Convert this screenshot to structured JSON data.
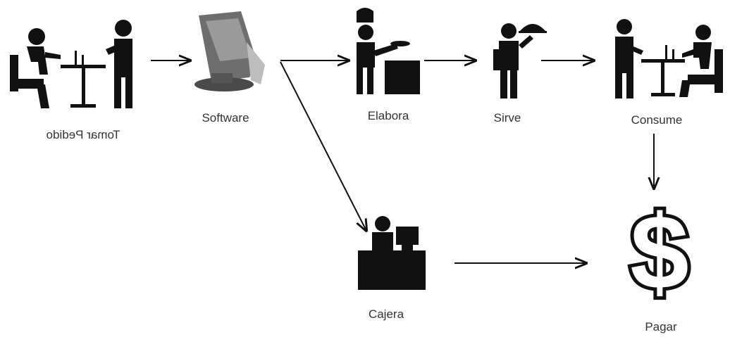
{
  "diagram": {
    "colors": {
      "ink": "#111111",
      "text": "#333333",
      "background": "#ffffff",
      "terminal": "#6e6e6e"
    },
    "nodes": {
      "tomar_pedido": {
        "label": "Tomar Pedido",
        "label_mirrored": true,
        "icon": "waiter-taking-order-icon"
      },
      "software": {
        "label": "Software",
        "icon": "pos-terminal-icon"
      },
      "elabora": {
        "label": "Elabora",
        "icon": "chef-cooking-icon"
      },
      "sirve": {
        "label": "Sirve",
        "icon": "waiter-serving-icon"
      },
      "consume": {
        "label": "Consume",
        "icon": "diner-eating-icon"
      },
      "cajera": {
        "label": "Cajera",
        "icon": "cashier-register-icon"
      },
      "pagar": {
        "label": "Pagar",
        "icon": "dollar-sign-icon"
      }
    },
    "edges": [
      {
        "from": "tomar_pedido",
        "to": "software"
      },
      {
        "from": "software",
        "to": "elabora"
      },
      {
        "from": "elabora",
        "to": "sirve"
      },
      {
        "from": "sirve",
        "to": "consume"
      },
      {
        "from": "consume",
        "to": "pagar"
      },
      {
        "from": "software",
        "to": "cajera"
      },
      {
        "from": "cajera",
        "to": "pagar"
      }
    ]
  }
}
